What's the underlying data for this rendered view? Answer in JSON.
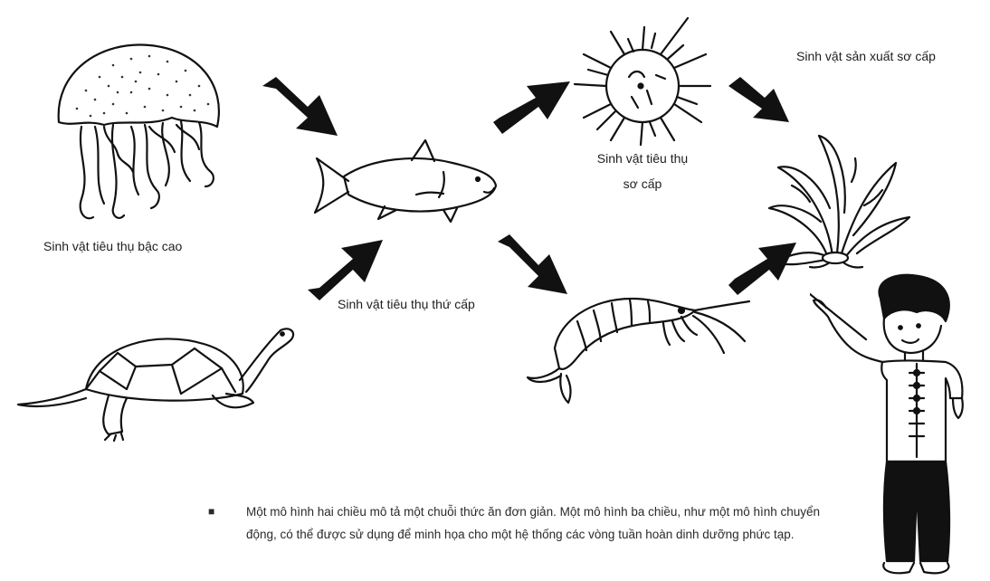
{
  "labels": {
    "top_consumer": "Sinh vật tiêu thụ bậc cao",
    "secondary_consumer": "Sinh vật tiêu thụ thứ cấp",
    "primary_consumer_line1": "Sinh vật tiêu thụ",
    "primary_consumer_line2": "sơ cấp",
    "primary_producer": "Sinh vật sản xuất sơ cấp"
  },
  "note": {
    "bullet": "■",
    "text": "Một mô hình hai chiều mô tả một chuỗi thức ăn đơn giản. Một mô hình ba chiều, như một mô hình chuyển động, có thể được sử dụng để minh họa cho một hệ thống các vòng tuần hoàn dinh dưỡng phức tạp."
  },
  "icons": [
    "jellyfish-icon",
    "turtle-icon",
    "fish-icon",
    "sea-urchin-icon",
    "shrimp-icon",
    "seaweed-icon",
    "person-icon",
    "arrow-icon"
  ]
}
